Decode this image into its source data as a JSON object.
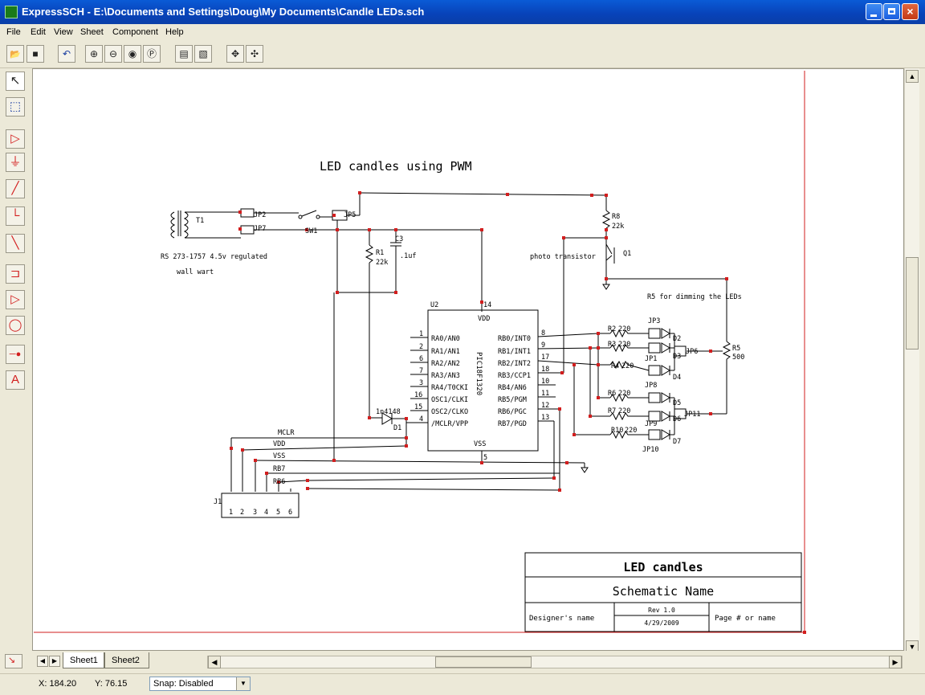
{
  "window": {
    "title": "ExpressSCH - E:\\Documents and Settings\\Doug\\My Documents\\Candle LEDs.sch",
    "controls": [
      "minimize",
      "restore",
      "close"
    ]
  },
  "menu": [
    "File",
    "Edit",
    "View",
    "Sheet",
    "Component",
    "Help"
  ],
  "toolbar": [
    {
      "name": "open-folder-icon",
      "glyph": "📂"
    },
    {
      "name": "save-disk-icon",
      "glyph": "■"
    },
    {
      "name": "undo-icon",
      "glyph": "↶"
    },
    {
      "name": "zoom-in-icon",
      "glyph": "⊕"
    },
    {
      "name": "zoom-out-icon",
      "glyph": "⊖"
    },
    {
      "name": "zoom-fit-icon",
      "glyph": "◉"
    },
    {
      "name": "zoom-previous-icon",
      "glyph": "Ⓟ"
    },
    {
      "name": "properties-icon",
      "glyph": "▤"
    },
    {
      "name": "sheet-properties-icon",
      "glyph": "▧"
    },
    {
      "name": "pan-icon",
      "glyph": "✥"
    },
    {
      "name": "pan-all-icon",
      "glyph": "✣"
    }
  ],
  "palette": [
    {
      "name": "select-arrow-icon",
      "glyph": "↖"
    },
    {
      "name": "zoom-area-icon",
      "glyph": "⬚"
    },
    {
      "name": "port-icon",
      "glyph": "▷"
    },
    {
      "name": "ground-icon",
      "glyph": "⏚"
    },
    {
      "name": "wire-icon",
      "glyph": "╱"
    },
    {
      "name": "corner-wire-icon",
      "glyph": "└"
    },
    {
      "name": "bus-entry-icon",
      "glyph": "╲"
    },
    {
      "name": "component-icon",
      "glyph": "⊐"
    },
    {
      "name": "net-port-icon",
      "glyph": "▷"
    },
    {
      "name": "circle-icon",
      "glyph": "◯"
    },
    {
      "name": "junction-icon",
      "glyph": "─●"
    },
    {
      "name": "text-icon",
      "glyph": "A"
    }
  ],
  "schematic": {
    "title": "LED candles using PWM",
    "notes": [
      "RS 273-1757  4.5v regulated",
      "wall wart",
      "photo transistor",
      "R5 for dimming the LEDs"
    ],
    "chip": {
      "ref": "U2",
      "part": "PIC18F1320",
      "vdd": "VDD",
      "vss": "VSS",
      "pin_vdd": "14",
      "pin_vss": "5",
      "left_pins": [
        {
          "num": "1",
          "name": "RA0/AN0"
        },
        {
          "num": "2",
          "name": "RA1/AN1"
        },
        {
          "num": "6",
          "name": "RA2/AN2"
        },
        {
          "num": "7",
          "name": "RA3/AN3"
        },
        {
          "num": "3",
          "name": "RA4/T0CKI"
        },
        {
          "num": "16",
          "name": "OSC1/CLKI"
        },
        {
          "num": "15",
          "name": "OSC2/CLKO"
        },
        {
          "num": "4",
          "name": "/MCLR/VPP"
        }
      ],
      "right_pins": [
        {
          "num": "8",
          "name": "RB0/INT0"
        },
        {
          "num": "9",
          "name": "RB1/INT1"
        },
        {
          "num": "17",
          "name": "RB2/INT2"
        },
        {
          "num": "18",
          "name": "RB3/CCP1"
        },
        {
          "num": "10",
          "name": "RB4/AN6"
        },
        {
          "num": "11",
          "name": "RB5/PGM"
        },
        {
          "num": "12",
          "name": "RB6/PGC"
        },
        {
          "num": "13",
          "name": "RB7/PGD"
        }
      ]
    },
    "labels": {
      "t1": "T1",
      "jp2": "JP2",
      "jp7": "JP7",
      "jp5": "JP5",
      "sw1": "SW1",
      "r1": "R1",
      "r1v": "22k",
      "c3": "C3",
      "c3v": ".1uf",
      "r8": "R8",
      "r8v": "22k",
      "q1": "Q1",
      "d1": "D1",
      "d1p": "1n4148",
      "mclr": "MCLR",
      "vdd": "VDD",
      "vss": "VSS",
      "rb7": "RB7",
      "rb6": "RB6",
      "j1": "J1",
      "r2": "R2",
      "r2v": "220",
      "r3": "R3",
      "r3v": "220",
      "r4": "R4",
      "r4v": "220",
      "r6": "R6",
      "r6v": "220",
      "r7": "R7",
      "r7v": "220",
      "r10": "R10",
      "r10v": "220",
      "jp3": "JP3",
      "jp1": "JP1",
      "jp8": "JP8",
      "jp9": "JP9",
      "jp10": "JP10",
      "jp6": "JP6",
      "jp11": "JP11",
      "d2": "D2",
      "d3": "D3",
      "d4": "D4",
      "d5": "D5",
      "d6": "D6",
      "d7": "D7",
      "r5": "R5",
      "r5v": "500"
    },
    "j1_pins": [
      "1",
      "2",
      "3",
      "4",
      "5",
      "6"
    ],
    "title_block": {
      "title": "LED candles",
      "name": "Schematic Name",
      "designer": "Designer's name",
      "rev": "Rev 1.0",
      "date": "4/29/2009",
      "page": "Page # or name"
    }
  },
  "sheet_tabs": [
    "Sheet1",
    "Sheet2"
  ],
  "status": {
    "x": "X: 184.20",
    "y": "Y: 76.15",
    "snap": "Snap: Disabled"
  }
}
